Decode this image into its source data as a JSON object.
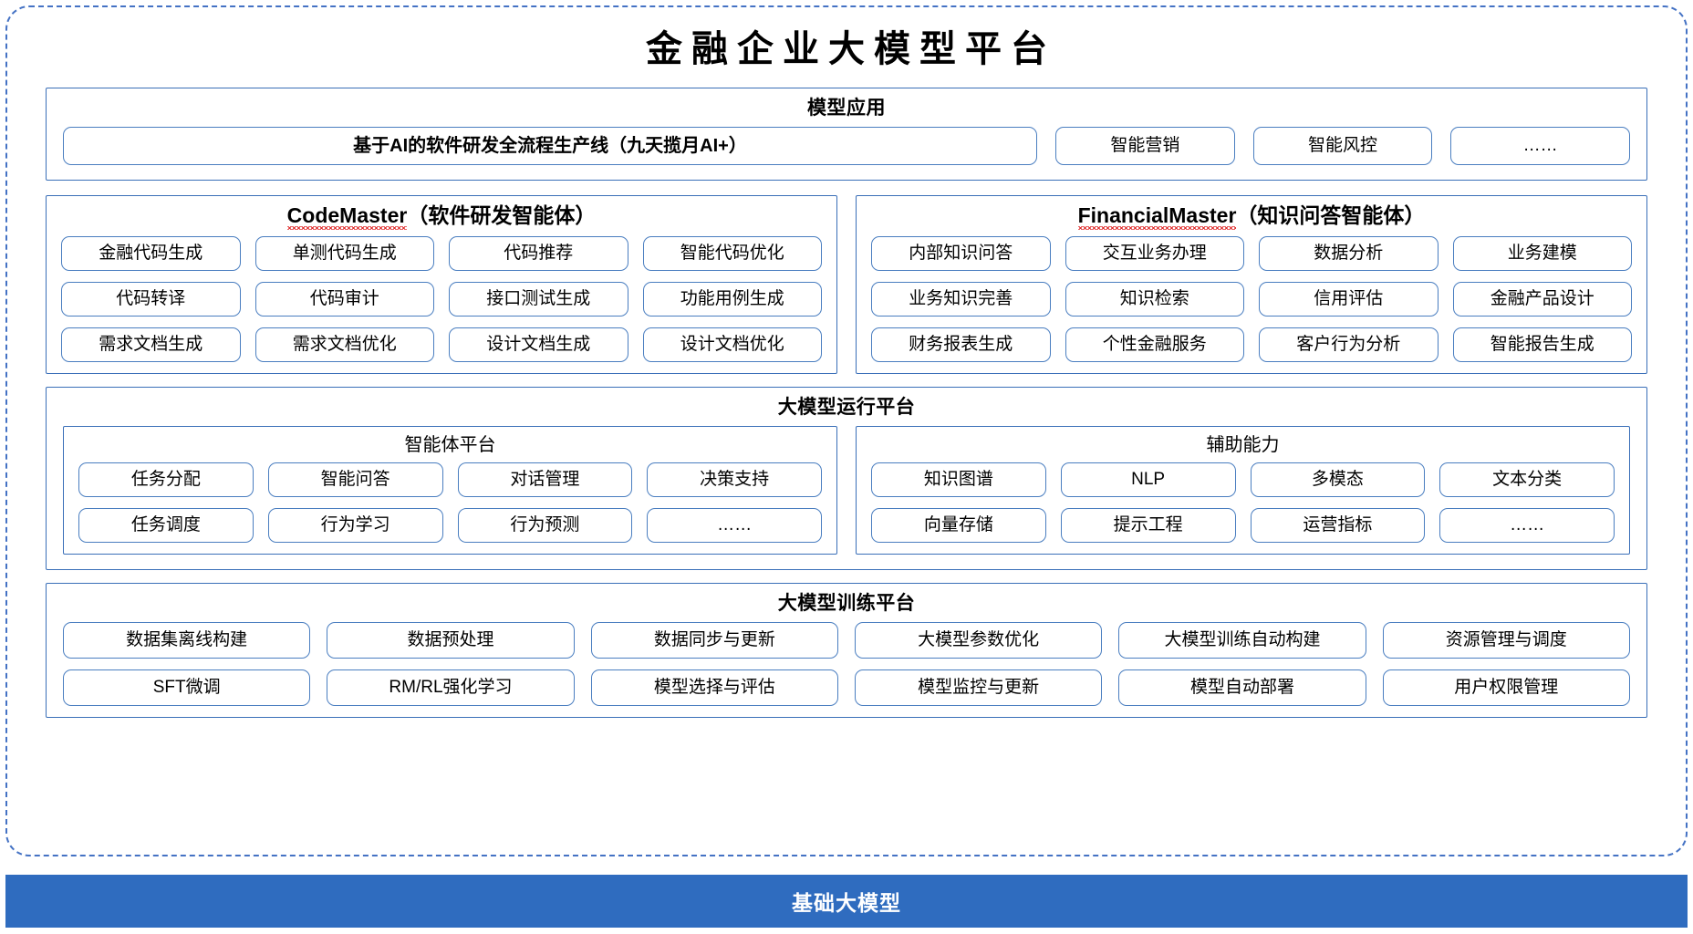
{
  "title": "金融企业大模型平台",
  "model_application": {
    "heading": "模型应用",
    "primary": "基于AI的软件研发全流程生产线（九天揽月AI+）",
    "items": [
      "智能营销",
      "智能风控",
      "……"
    ]
  },
  "agents": [
    {
      "name": "CodeMaster",
      "suffix": "（软件研发智能体）",
      "misspelled": true,
      "rows": [
        [
          "金融代码生成",
          "单测代码生成",
          "代码推荐",
          "智能代码优化"
        ],
        [
          "代码转译",
          "代码审计",
          "接口测试生成",
          "功能用例生成"
        ],
        [
          "需求文档生成",
          "需求文档优化",
          "设计文档生成",
          "设计文档优化"
        ]
      ]
    },
    {
      "name": "FinancialMaster",
      "suffix": "（知识问答智能体）",
      "misspelled": true,
      "rows": [
        [
          "内部知识问答",
          "交互业务办理",
          "数据分析",
          "业务建模"
        ],
        [
          "业务知识完善",
          "知识检索",
          "信用评估",
          "金融产品设计"
        ],
        [
          "财务报表生成",
          "个性金融服务",
          "客户行为分析",
          "智能报告生成"
        ]
      ]
    }
  ],
  "runtime_platform": {
    "heading": "大模型运行平台",
    "columns": [
      {
        "heading": "智能体平台",
        "rows": [
          [
            "任务分配",
            "智能问答",
            "对话管理",
            "决策支持"
          ],
          [
            "任务调度",
            "行为学习",
            "行为预测",
            "……"
          ]
        ]
      },
      {
        "heading": "辅助能力",
        "rows": [
          [
            "知识图谱",
            "NLP",
            "多模态",
            "文本分类"
          ],
          [
            "向量存储",
            "提示工程",
            "运营指标",
            "……"
          ]
        ]
      }
    ]
  },
  "training_platform": {
    "heading": "大模型训练平台",
    "rows": [
      [
        "数据集离线构建",
        "数据预处理",
        "数据同步与更新",
        "大模型参数优化",
        "大模型训练自动构建",
        "资源管理与调度"
      ],
      [
        "SFT微调",
        "RM/RL强化学习",
        "模型选择与评估",
        "模型监控与更新",
        "模型自动部署",
        "用户权限管理"
      ]
    ]
  },
  "base_model": {
    "label": "基础大模型"
  },
  "colors": {
    "frame_border": "#4472C4",
    "panel_border": "#3A6FB8",
    "pill_border": "#4A7EC0",
    "base_bar": "#2F6CBF",
    "spell_underline": "#E03131"
  }
}
